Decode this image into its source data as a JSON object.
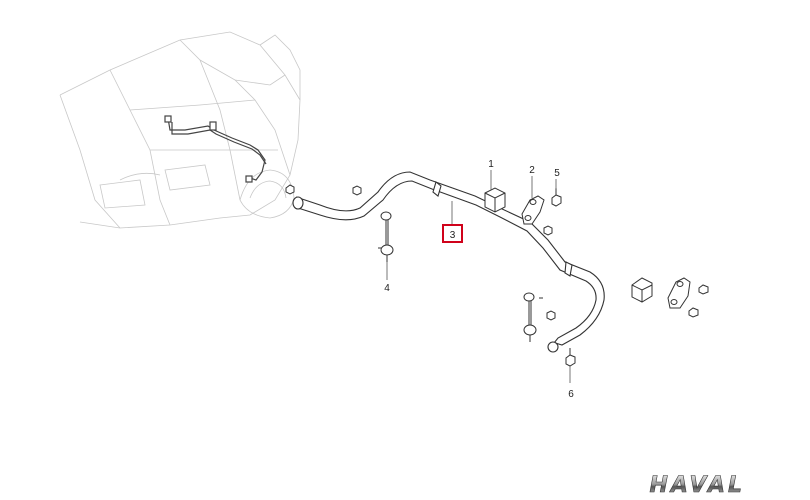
{
  "diagram": {
    "callouts": {
      "part_1": "1",
      "part_2": "2",
      "part_3": "3",
      "part_4": "4",
      "part_5": "5",
      "part_6": "6"
    },
    "highlight_color": "#d0021b",
    "line_color": "#333333",
    "ghost_color": "#c8c8c8"
  },
  "logo": {
    "text": "HAVAL"
  }
}
